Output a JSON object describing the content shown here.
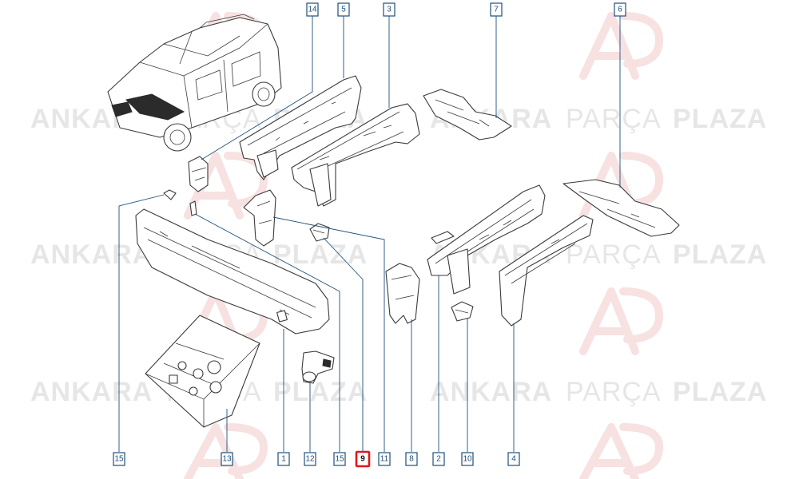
{
  "watermark": {
    "word1": "ANKARA",
    "word2": "PARÇA",
    "word3": "PLAZA"
  },
  "callouts": [
    {
      "label": "14"
    },
    {
      "label": "5"
    },
    {
      "label": "3"
    },
    {
      "label": "7"
    },
    {
      "label": "6"
    },
    {
      "label": "15"
    },
    {
      "label": "13"
    },
    {
      "label": "1"
    },
    {
      "label": "12"
    },
    {
      "label": "15"
    },
    {
      "label": "9"
    },
    {
      "label": "11"
    },
    {
      "label": "8"
    },
    {
      "label": "2"
    },
    {
      "label": "10"
    },
    {
      "label": "4"
    }
  ],
  "highlight": {
    "label": "9",
    "color": "#e3161b"
  },
  "colors": {
    "callout": "#1f4f7a",
    "line": "#3a3a3a",
    "watermark_logo": "#e8a9a9"
  }
}
